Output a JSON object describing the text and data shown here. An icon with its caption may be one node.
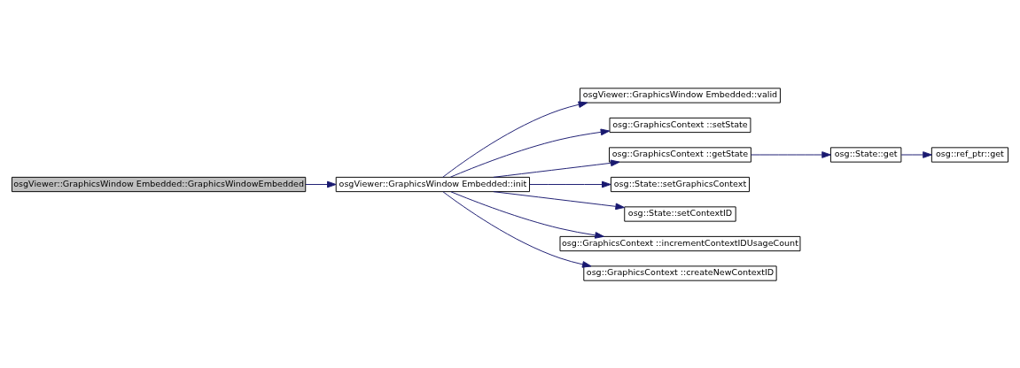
{
  "diagram": {
    "nodes": [
      {
        "text": [
          "osgViewer::GraphicsWindow Embedded::GraphicsWindowEmbedded"
        ]
      },
      {
        "text": [
          "osgViewer::GraphicsWindow Embedded::init"
        ]
      },
      {
        "text": [
          "osgViewer::GraphicsWindow Embedded::valid"
        ]
      },
      {
        "text": [
          "osg::GraphicsContext ::setState"
        ]
      },
      {
        "text": [
          "osg::GraphicsContext ::getState"
        ]
      },
      {
        "text": [
          "osg::State::get"
        ]
      },
      {
        "text": [
          "osg::ref_ptr::get"
        ]
      },
      {
        "text": [
          "osg::State::setGraphicsContext"
        ]
      },
      {
        "text": [
          "osg::State::setContextID"
        ]
      },
      {
        "text": [
          "osg::GraphicsContext ::incrementContextIDUsageCount"
        ]
      },
      {
        "text": [
          "osg::GraphicsContext ::createNewContextID"
        ]
      }
    ],
    "edges": [
      {
        "from": 0,
        "to": 1,
        "arrow": "to"
      },
      {
        "from": 1,
        "to": 2,
        "arrow": "to"
      },
      {
        "from": 1,
        "to": 3,
        "arrow": "to"
      },
      {
        "from": 1,
        "to": 4,
        "arrow": "to"
      },
      {
        "from": 4,
        "to": 5,
        "arrow": "to"
      },
      {
        "from": 5,
        "to": 6,
        "arrow": "to"
      },
      {
        "from": 1,
        "to": 7,
        "arrow": "to"
      },
      {
        "from": 1,
        "to": 8,
        "arrow": "to"
      },
      {
        "from": 1,
        "to": 9,
        "arrow": "to"
      },
      {
        "from": 1,
        "to": 10,
        "arrow": "to"
      }
    ]
  }
}
